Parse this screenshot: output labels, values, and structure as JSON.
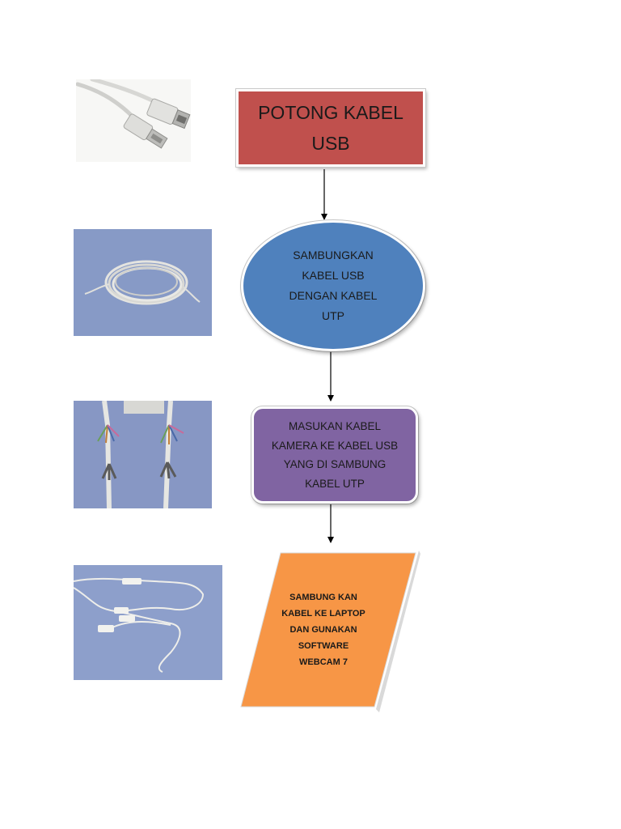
{
  "steps": [
    {
      "label": "POTONG KABEL\nUSB",
      "shape": "rectangle",
      "color": "#c0504d"
    },
    {
      "label": "SAMBUNGKAN\nKABEL USB\nDENGAN KABEL\nUTP",
      "shape": "ellipse",
      "color": "#4f81bd"
    },
    {
      "label": "MASUKAN KABEL\nKAMERA KE KABEL USB\nYANG DI SAMBUNG\nKABEL UTP",
      "shape": "rounded-rectangle",
      "color": "#8064a2"
    },
    {
      "label": "SAMBUNG KAN\nKABEL KE LAPTOP\nDAN GUNAKAN\nSOFTWARE\nWEBCAM 7",
      "shape": "parallelogram",
      "color": "#f79646"
    }
  ]
}
